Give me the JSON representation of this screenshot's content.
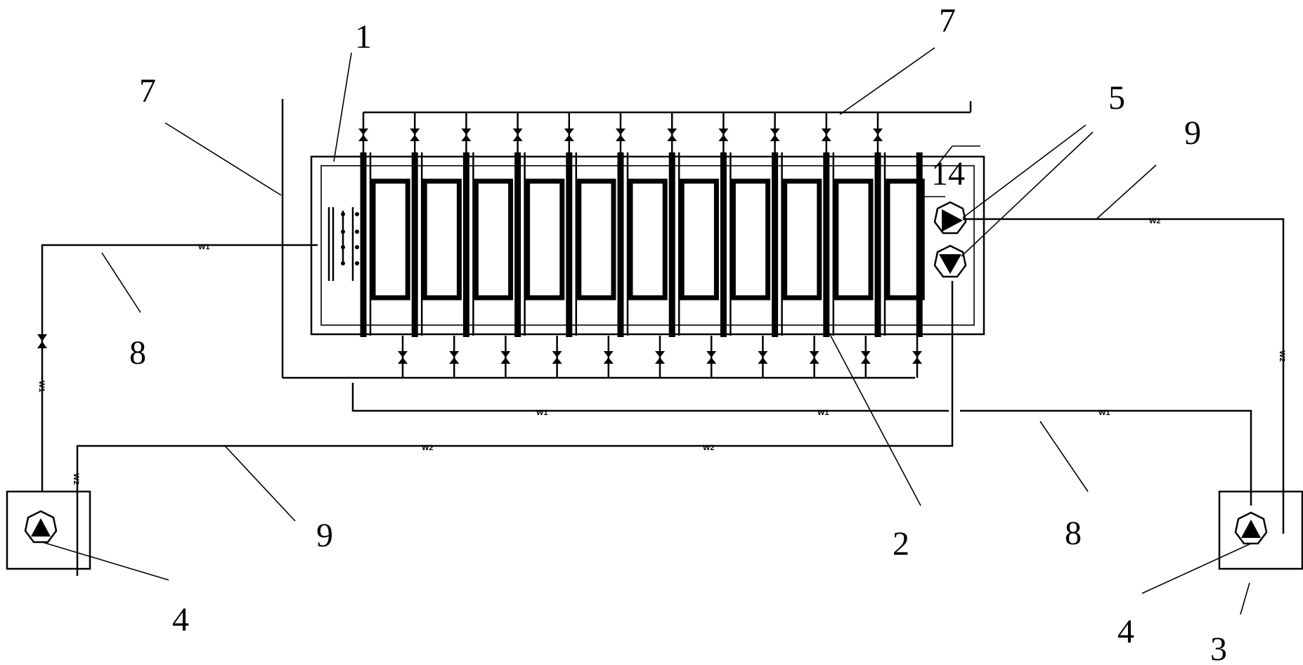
{
  "labels": {
    "l1": "1",
    "l2": "2",
    "l3": "3",
    "l4a": "4",
    "l4b": "4",
    "l5": "5",
    "l7a": "7",
    "l7b": "7",
    "l8a": "8",
    "l8b": "8",
    "l9a": "9",
    "l9b": "9",
    "l14": "14"
  },
  "line_tags": {
    "w1_left": "W1",
    "w1_left_vert": "W1",
    "w1_bottom_a": "W1",
    "w1_bottom_b": "W1",
    "w1_right": "W1",
    "w2_bottom_a": "W2",
    "w2_bottom_b": "W2",
    "w2_left_vert": "W2",
    "w2_right": "W2",
    "w2_right_vert": "W2"
  },
  "chambers": 11,
  "colors": {
    "line": "#000000",
    "background": "#ffffff"
  }
}
